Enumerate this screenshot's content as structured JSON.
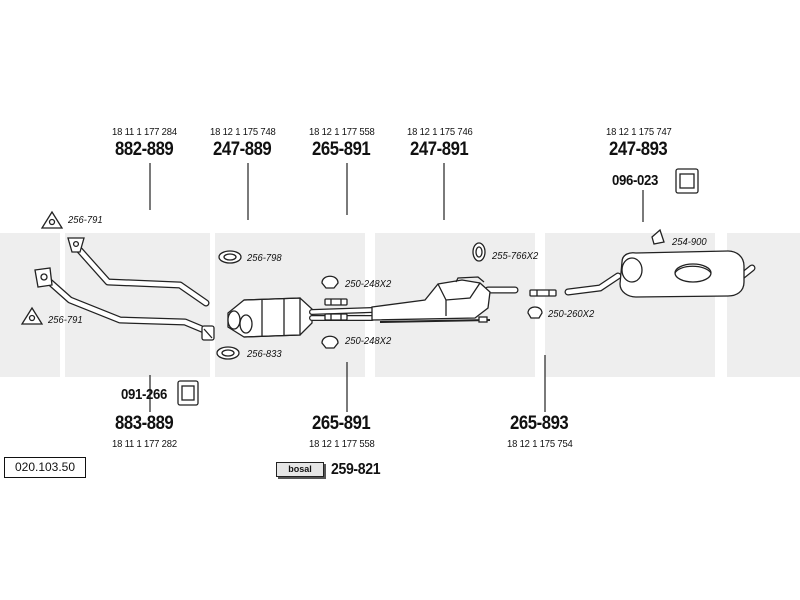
{
  "catalog_number": "020.103.50",
  "watermark_text": "bosal",
  "stamp_logo": "bosal",
  "colors": {
    "line": "#222222",
    "watermark": "#eeeeee",
    "fill": "#ffffff"
  },
  "parts_top": [
    {
      "oem": "18 11 1 177 284",
      "part": "882-889"
    },
    {
      "oem": "18 12 1 175 748",
      "part": "247-889"
    },
    {
      "oem": "18 12 1 177 558",
      "part": "265-891"
    },
    {
      "oem": "18 12 1 175 746",
      "part": "247-891"
    },
    {
      "oem": "18 12 1 175 747",
      "part": "247-893"
    }
  ],
  "parts_bottom": [
    {
      "oem": "18 11 1 177 282",
      "part": "883-889"
    },
    {
      "oem": "18 12 1 177 558",
      "part": "265-891"
    },
    {
      "oem": "18 12 1 175 754",
      "part": "265-893"
    }
  ],
  "hangers": {
    "front": "091-266",
    "rear": "096-023"
  },
  "stamp_part": "259-821",
  "accessories": {
    "gasket_top_left": "256-791",
    "gasket_bottom_left": "256-791",
    "gasket_upper_mid": "256-798",
    "gasket_lower_mid": "256-833",
    "clamp_upper": "250-248X2",
    "clamp_lower": "250-248X2",
    "ring": "255-766X2",
    "clamp_right": "250-260X2",
    "bracket_rear": "254-900"
  }
}
